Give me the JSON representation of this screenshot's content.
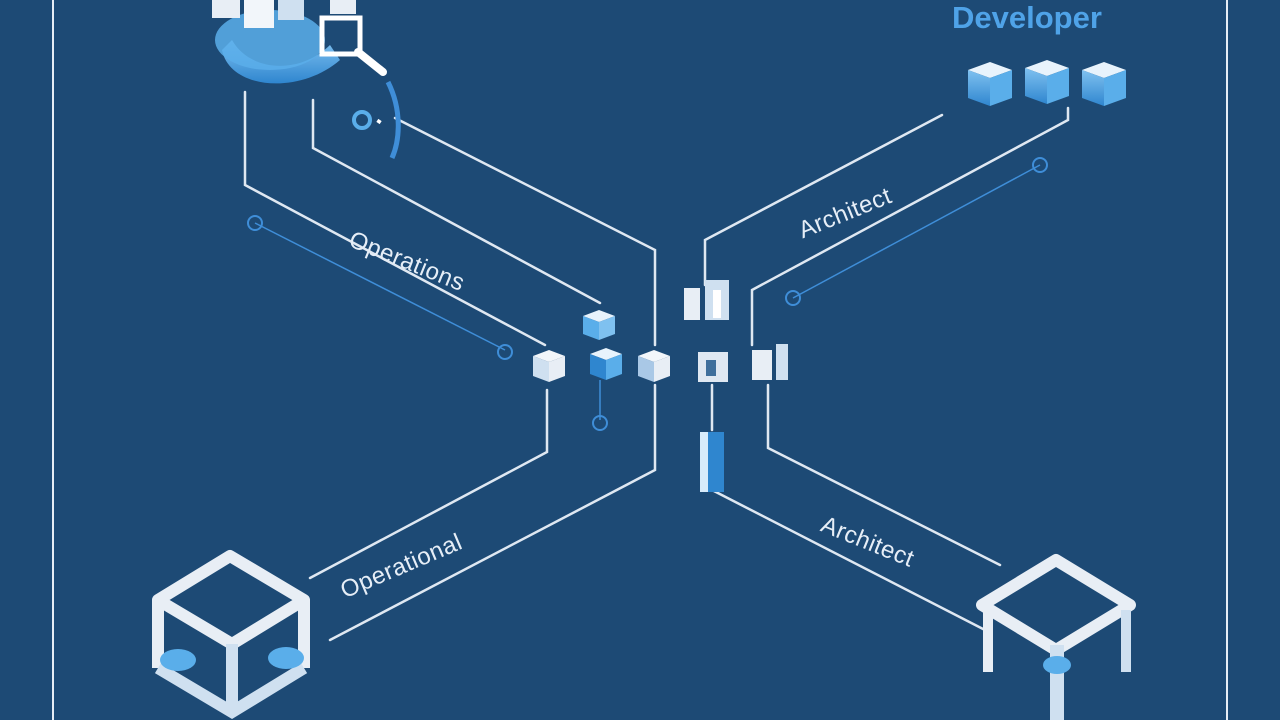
{
  "title": "Developer",
  "labels": {
    "top_left": "Operations",
    "top_right": "Architect",
    "bottom_left": "Operational",
    "bottom_right": "Architect"
  },
  "colors": {
    "background": "#1d4a75",
    "line": "#dfe8f2",
    "accent": "#4fa3e8",
    "cube_light": "#e8eef5",
    "cube_mid": "#a9c8e6"
  },
  "icons": [
    "magnifier-icon",
    "cube-icon",
    "server-icon",
    "table-icon"
  ]
}
